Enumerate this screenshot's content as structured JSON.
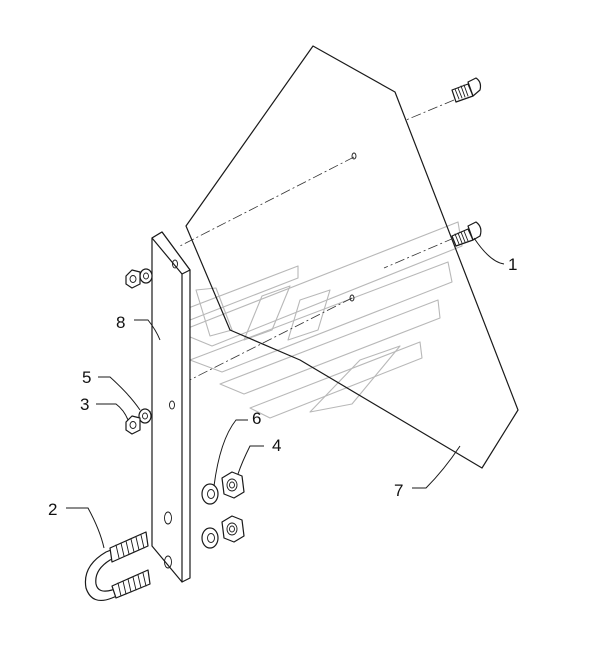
{
  "callouts": [
    {
      "id": "c1",
      "text": "1"
    },
    {
      "id": "c2",
      "text": "2"
    },
    {
      "id": "c3",
      "text": "3"
    },
    {
      "id": "c4",
      "text": "4"
    },
    {
      "id": "c5",
      "text": "5"
    },
    {
      "id": "c6",
      "text": "6"
    },
    {
      "id": "c7",
      "text": "7"
    },
    {
      "id": "c8",
      "text": "8"
    }
  ],
  "colors": {
    "line": "#1a1a1a",
    "watermark": "#b8b8b8",
    "background": "#ffffff"
  }
}
